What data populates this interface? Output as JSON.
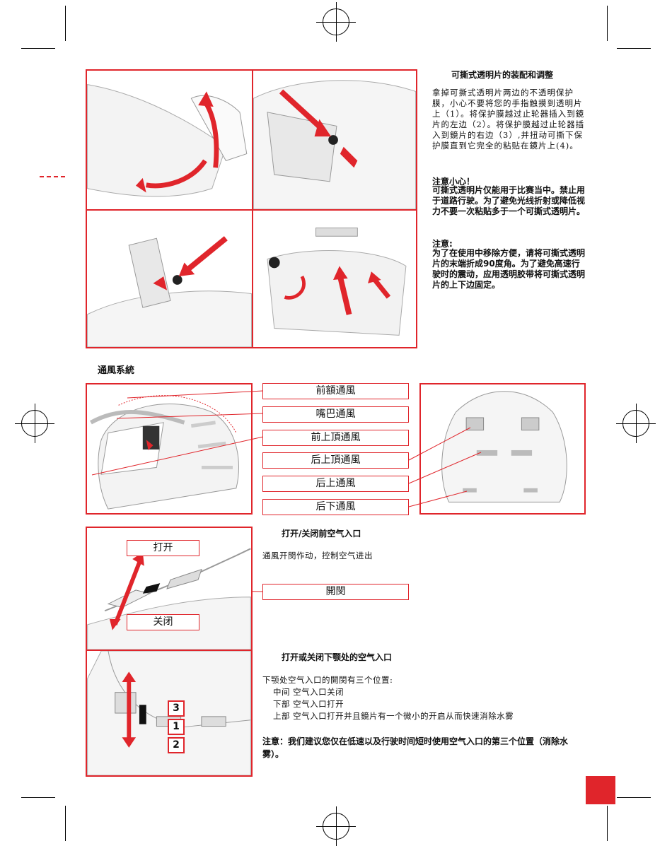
{
  "visor": {
    "title": "可撕式透明片的装配和调整",
    "paragraph": "拿掉可撕式透明片两边的不透明保护膜，小心不要将您的手指触摸到透明片上（1）。将保护膜越过止轮器插入到鏡片的左边（2）。将保护膜越过止轮器插入到鏡片的右边（3）,并扭动可撕下保护膜直到它完全的粘贴在鏡片上(4)。",
    "caution_title": "注意小心！",
    "caution_text": "可撕式透明片仅能用于比赛当中。禁止用于道路行驶。为了避免光线折射或降低视力不要一次粘贴多于一个可撕式透明片。",
    "note_title": "注意:",
    "note_text": "为了在使用中移除方便，请将可撕式透明片的末端折成90度角。为了避免高速行驶时的震动，应用透明胶带将可撕式透明片的上下边固定。"
  },
  "ventilation": {
    "title": "通風系統",
    "labels": [
      "前額通風",
      "嘴巴通風",
      "前上頂通風",
      "后上頂通風",
      "后上通風",
      "后下通風"
    ]
  },
  "front_intake": {
    "title": "打开/关闭前空气入口",
    "text": "通風开閔作动，控制空气进出",
    "open": "打开",
    "close": "关闭",
    "switch": "開閔"
  },
  "chin_intake": {
    "title": "打开或关闭下颚处的空气入口",
    "intro": "下颚处空气入口的開閔有三个位置:",
    "pos_middle": "中间  空气入口关闭",
    "pos_lower": "下部  空气入口打开",
    "pos_upper": "上部  空气入口打开并且鏡片有一个微小的开启从而快速消除水雾",
    "note": "注意：我们建议您仅在低速以及行驶时间短时使用空气入口的第三个位置（消除水雾）。",
    "num3": "3",
    "num1": "1",
    "num2": "2"
  },
  "colors": {
    "accent": "#e0252b"
  }
}
